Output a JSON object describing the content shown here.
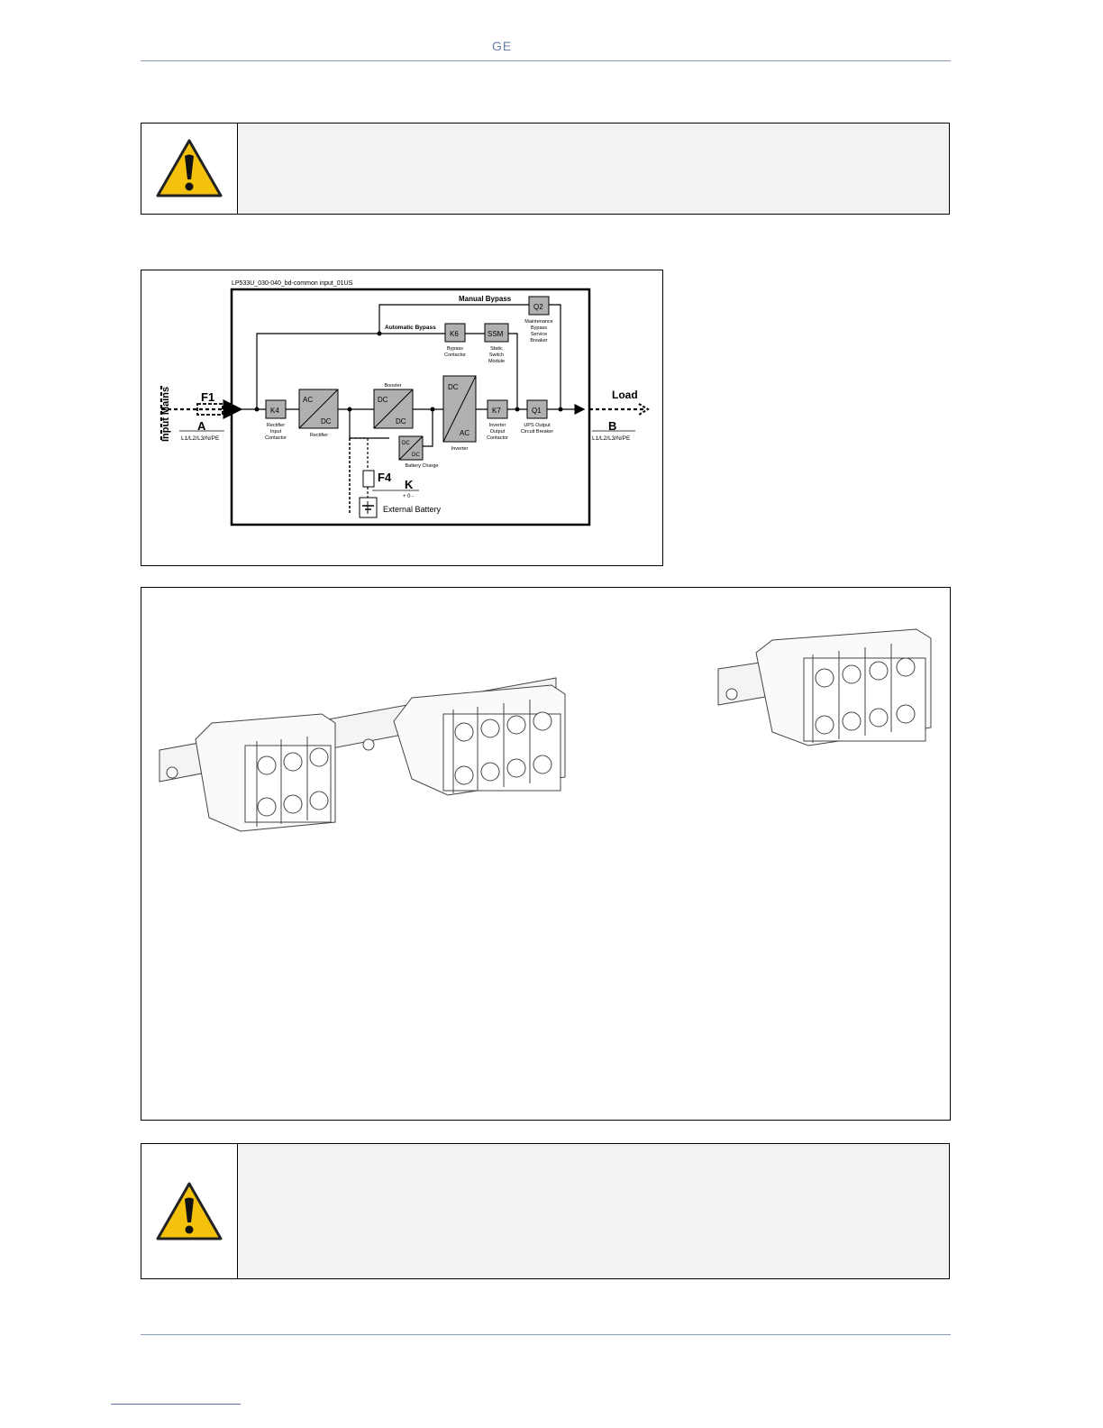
{
  "header": {
    "brand": "GE"
  },
  "warning_icon": "warning-triangle-icon",
  "diagram": {
    "file_label": "LP533U_030-040_bd-common input_01US",
    "manual_bypass": "Manual Bypass",
    "automatic_bypass": "Automatic Bypass",
    "input_mains": "Input Mains",
    "f1": "F1",
    "a": "A",
    "a_sub": "L1/L2/L3/N/PE",
    "load": "Load",
    "b": "B",
    "b_sub": "L1/L2/L3/N/PE",
    "k4": "K4",
    "k4_label": [
      "Rectifier",
      "Input",
      "Contactor"
    ],
    "rect_ac": "AC",
    "rect_dc": "DC",
    "rect_label": "Rectifier",
    "booster_title": "Booster",
    "boost_dc1": "DC",
    "boost_dc2": "DC",
    "charger_dc1": "DC",
    "charger_dc2": "DC",
    "charger_label": "Battery Charge",
    "inv_dc": "DC",
    "inv_ac": "AC",
    "inv_label": "Inverter",
    "k7": "K7",
    "k7_label": [
      "Inverter",
      "Output",
      "Contactor"
    ],
    "q1": "Q1",
    "q1_label": [
      "UPS Output",
      "Circuit Breaker"
    ],
    "k6": "K6",
    "k6_label": [
      "Bypass",
      "Contactor"
    ],
    "ssm": "SSM",
    "ssm_label": [
      "Static",
      "Switch",
      "Module"
    ],
    "q2": "Q2",
    "q2_label": [
      "Maintenance",
      "Bypass",
      "Service",
      "Breaker"
    ],
    "f4": "F4",
    "k": "K",
    "k_sub": "+ 0 -",
    "battery": "External Battery"
  }
}
